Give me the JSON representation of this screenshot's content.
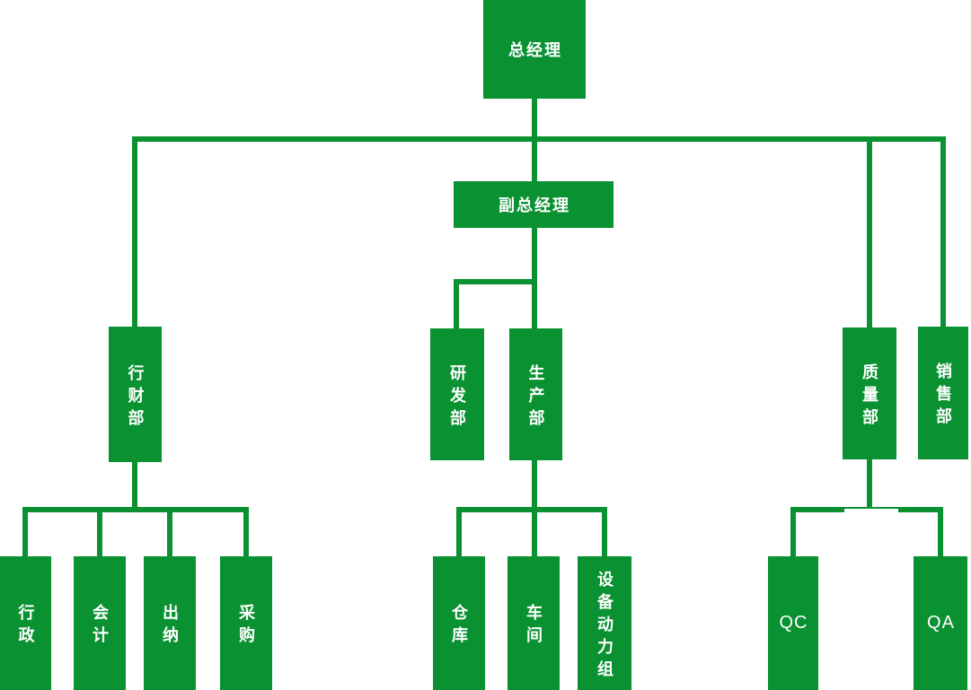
{
  "chart": {
    "type": "org-chart",
    "colors": {
      "node_fill": "#0A9132",
      "connector": "#0A9132",
      "node_text": "#FFFFFF",
      "background": "#FFFFFF"
    },
    "nodes": {
      "general_manager": "总经理",
      "deputy_general_manager": "副总经理",
      "admin_finance_dept": "行财部",
      "rnd_dept": "研发部",
      "production_dept": "生产部",
      "quality_dept": "质量部",
      "sales_dept": "销售部",
      "administration": "行政",
      "accounting": "会计",
      "cashier": "出纳",
      "procurement": "采购",
      "warehouse": "仓库",
      "workshop": "车间",
      "equipment_power_group": "设备动力组",
      "qc": "QC",
      "qa": "QA"
    },
    "hierarchy": {
      "general_manager_children": [
        "admin_finance_dept",
        "deputy_general_manager",
        "quality_dept",
        "sales_dept"
      ],
      "deputy_general_manager_children": [
        "rnd_dept",
        "production_dept"
      ],
      "admin_finance_dept_children": [
        "administration",
        "accounting",
        "cashier",
        "procurement"
      ],
      "production_dept_children": [
        "warehouse",
        "workshop",
        "equipment_power_group"
      ],
      "quality_dept_children": [
        "qc",
        "qa"
      ]
    }
  }
}
